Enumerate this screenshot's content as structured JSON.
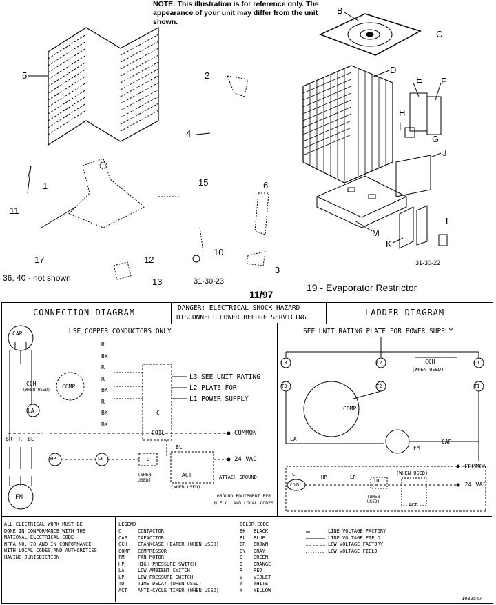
{
  "top": {
    "note": "NOTE: This illustration is for reference only. The appearance of your unit may differ from the unit shown.",
    "labels": {
      "B": "B",
      "C": "C",
      "D": "D",
      "E": "E",
      "F": "F",
      "G": "G",
      "H": "H",
      "I": "I",
      "J": "J",
      "K": "K",
      "L": "L",
      "M": "M",
      "n1": "1",
      "n2": "2",
      "n3": "3",
      "n4": "4",
      "n5": "5",
      "n6": "6",
      "n10": "10",
      "n11": "11",
      "n12": "12",
      "n13": "13",
      "n15": "15",
      "n17": "17"
    },
    "not_shown": "36, 40 - not shown",
    "code_left": "31-30-23",
    "code_right": "31-30-22",
    "date": "11/97",
    "restrictor": "19 - Evaporator Restrictor"
  },
  "connection": {
    "title": "CONNECTION DIAGRAM",
    "danger_line1": "DANGER: ELECTRICAL SHOCK HAZARD",
    "danger_line2": "DISCONNECT POWER BEFORE SERVICING",
    "copper": "USE COPPER CONDUCTORS ONLY",
    "wire_codes": [
      "R",
      "BK",
      "R",
      "R",
      "BK",
      "R",
      "BK",
      "BK"
    ],
    "l3": "L3 SEE UNIT RATING",
    "l2": "L2 PLATE FOR",
    "l1": "L1 POWER SUPPLY",
    "common": "COMMON",
    "vac": "24 VAC",
    "cap": "CAP",
    "cch": "CCH",
    "when_used": "(WHEN USED)",
    "comp": "COMP",
    "la": "LA",
    "fm": "FM",
    "hp": "HP",
    "lp": "LP",
    "td": "TD",
    "act": "ACT",
    "coil": "COIL",
    "c": "C",
    "bl": "BL",
    "attach": "ATTACH GROUND",
    "ground": "GROUND EQUIPMENT PER N.E.C. AND LOCAL CODES",
    "wire_labels": [
      "BR",
      "R",
      "BL"
    ]
  },
  "ladder": {
    "title": "LADDER DIAGRAM",
    "see": "SEE UNIT RATING PLATE FOR POWER SUPPLY",
    "cch": "CCH",
    "when_used": "(WHEN USED)",
    "comp": "COMP",
    "la": "LA",
    "fm": "FM",
    "cap": "CAP",
    "common": "COMMON",
    "vac": "24 VAC",
    "coil": "COIL",
    "hp": "HP",
    "lp": "LP",
    "td": "TD",
    "act": "ACT",
    "c": "C",
    "terms": [
      "L3",
      "L2",
      "L1",
      "T3",
      "T2",
      "T1"
    ]
  },
  "legend": {
    "note": [
      "ALL ELECTRICAL WORK MUST BE",
      "DONE IN CONFORMANCE WITH THE",
      "NATIONAL ELECTRICAL CODE",
      "NFPA NO. 70 AND IN CONFORMANCE",
      "WITH LOCAL CODES AND AUTHORITIES",
      "HAVING JURISDICTION"
    ],
    "title": "LEGEND",
    "items": [
      {
        "code": "C",
        "desc": "CONTACTOR"
      },
      {
        "code": "CAP",
        "desc": "CAPACITOR"
      },
      {
        "code": "CCH",
        "desc": "CRANKCASE HEATER (WHEN USED)"
      },
      {
        "code": "COMP",
        "desc": "COMPRESSOR"
      },
      {
        "code": "FM",
        "desc": "FAN MOTOR"
      },
      {
        "code": "HP",
        "desc": "HIGH PRESSURE SWITCH"
      },
      {
        "code": "LA",
        "desc": "LOW AMBIENT SWITCH"
      },
      {
        "code": "LP",
        "desc": "LOW PRESSURE SWITCH"
      },
      {
        "code": "TD",
        "desc": "TIME DELAY (WHEN USED)"
      },
      {
        "code": "ACT",
        "desc": "ANTI-CYCLE TIMER (WHEN USED)"
      }
    ],
    "color_title": "COLOR CODE",
    "colors": [
      {
        "code": "BK",
        "name": "BLACK"
      },
      {
        "code": "BL",
        "name": "BLUE"
      },
      {
        "code": "BR",
        "name": "BROWN"
      },
      {
        "code": "GY",
        "name": "GRAY"
      },
      {
        "code": "G",
        "name": "GREEN"
      },
      {
        "code": "O",
        "name": "ORANGE"
      },
      {
        "code": "R",
        "name": "RED"
      },
      {
        "code": "V",
        "name": "VIOLET"
      },
      {
        "code": "W",
        "name": "WHITE"
      },
      {
        "code": "Y",
        "name": "YELLOW"
      }
    ],
    "lines": [
      "LINE VOLTAGE FACTORY",
      "LINE VOLTAGE FIELD",
      "LOW VOLTAGE FACTORY",
      "LOW VOLTAGE FIELD"
    ],
    "doc": "1032547"
  }
}
